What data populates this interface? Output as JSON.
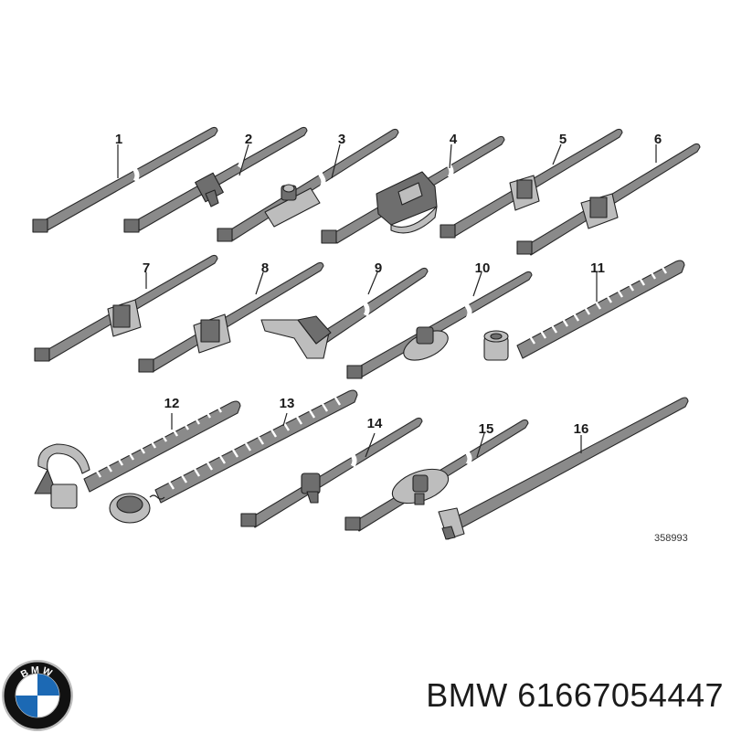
{
  "callouts": [
    "1",
    "2",
    "3",
    "4",
    "5",
    "6",
    "7",
    "8",
    "9",
    "10",
    "11",
    "12",
    "13",
    "14",
    "15",
    "16"
  ],
  "drawing_id": "358993",
  "brand": "BMW",
  "part_number": "61667054447",
  "logo": {
    "letters": "BMW",
    "colors": {
      "ring": "#111111",
      "blue": "#1c69b4",
      "white": "#ffffff"
    }
  }
}
